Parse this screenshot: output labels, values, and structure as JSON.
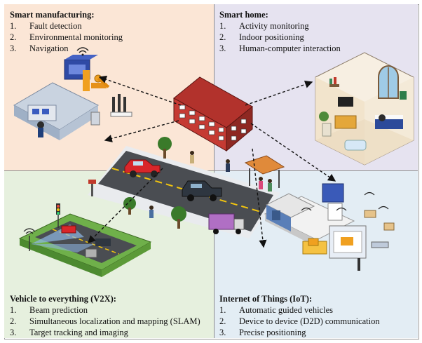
{
  "quadrants": {
    "smart_manufacturing": {
      "title": "Smart manufacturing:",
      "items": [
        {
          "num": "1.",
          "label": "Fault detection"
        },
        {
          "num": "2.",
          "label": "Environmental monitoring"
        },
        {
          "num": "3.",
          "label": "Navigation"
        }
      ],
      "color": "#fbe6d6"
    },
    "smart_home": {
      "title": "Smart home:",
      "items": [
        {
          "num": "1.",
          "label": "Activity monitoring"
        },
        {
          "num": "2.",
          "label": "Indoor positioning"
        },
        {
          "num": "3.",
          "label": "Human-computer interaction"
        }
      ],
      "color": "#e6e3f0"
    },
    "v2x": {
      "title": "Vehicle to everything (V2X):",
      "items": [
        {
          "num": "1.",
          "label": "Beam prediction"
        },
        {
          "num": "2.",
          "label": "Simultaneous localization and mapping (SLAM)"
        },
        {
          "num": "3.",
          "label": "Target tracking and imaging"
        }
      ],
      "color": "#e6f0de"
    },
    "iot": {
      "title": "Internet of Things (IoT):",
      "items": [
        {
          "num": "1.",
          "label": "Automatic guided vehicles"
        },
        {
          "num": "2.",
          "label": "Device to device (D2D) communication"
        },
        {
          "num": "3.",
          "label": "Precise positioning"
        }
      ],
      "color": "#e3edf4"
    }
  }
}
